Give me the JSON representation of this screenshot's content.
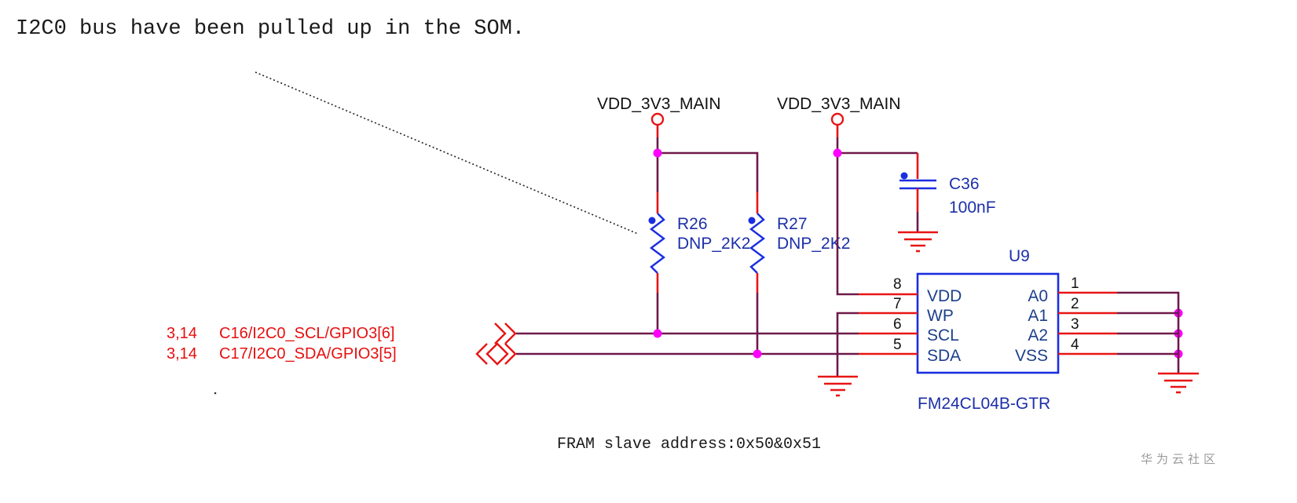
{
  "notes": {
    "pullup_note": "I2C0 bus have been pulled up in the SOM.",
    "address_note": "FRAM slave address:0x50&0x51"
  },
  "power": [
    {
      "net": "VDD_3V3_MAIN"
    },
    {
      "net": "VDD_3V3_MAIN"
    }
  ],
  "resistors": [
    {
      "ref": "R26",
      "value": "DNP_2K2"
    },
    {
      "ref": "R27",
      "value": "DNP_2K2"
    }
  ],
  "capacitor": {
    "ref": "C36",
    "value": "100nF"
  },
  "ic": {
    "ref": "U9",
    "part_number": "FM24CL04B-GTR",
    "left_pins": [
      {
        "num": "8",
        "name": "VDD"
      },
      {
        "num": "7",
        "name": "WP"
      },
      {
        "num": "6",
        "name": "SCL"
      },
      {
        "num": "5",
        "name": "SDA"
      }
    ],
    "right_pins": [
      {
        "num": "1",
        "name": "A0"
      },
      {
        "num": "2",
        "name": "A1"
      },
      {
        "num": "3",
        "name": "A2"
      },
      {
        "num": "4",
        "name": "VSS"
      }
    ]
  },
  "ports": [
    {
      "sheets": "3,14",
      "net": "C16/I2C0_SCL/GPIO3[6]",
      "type": "output"
    },
    {
      "sheets": "3,14",
      "net": "C17/I2C0_SDA/GPIO3[5]",
      "type": "bidirectional"
    }
  ],
  "colors": {
    "wire": "#6e1a4a",
    "pin": "#e81515",
    "part": "#1a2ee0",
    "junction": "#ff00ff",
    "port_text": "#e60f0f"
  },
  "watermark": "华为云社区"
}
